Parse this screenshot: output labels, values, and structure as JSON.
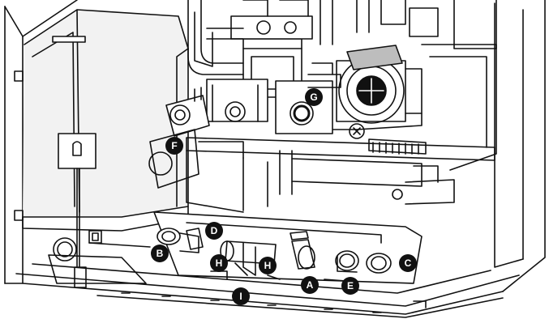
{
  "callouts": {
    "A": "A",
    "B": "B",
    "C": "C",
    "D": "D",
    "E": "E",
    "F": "F",
    "G": "G",
    "H1": "H",
    "H2": "H",
    "I": "I"
  },
  "colors": {
    "line": "#111111",
    "background": "#ffffff",
    "shade": "#bdbdbd",
    "callout_fill": "#111111",
    "callout_text": "#ffffff"
  }
}
